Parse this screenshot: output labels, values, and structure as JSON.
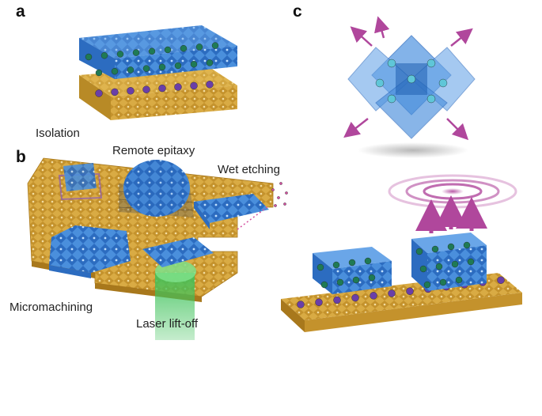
{
  "panels": {
    "a": {
      "letter": "a",
      "caption": "Isolation"
    },
    "b": {
      "letter": "b",
      "methods": {
        "remote_epitaxy": "Remote epitaxy",
        "wet_etching": "Wet etching",
        "micromachining": "Micromachining",
        "laser_lift_off": "Laser lift-off"
      }
    },
    "c": {
      "letter": "c"
    }
  },
  "colors": {
    "octahedron_blue": "#3f86d6",
    "octahedron_dark": "#1f5fb0",
    "substrate_gold": "#d6a63a",
    "substrate_dark": "#a8781c",
    "atom_green": "#1f7a55",
    "atom_purple": "#6a3fa8",
    "atom_cyan": "#5fc6d8",
    "laser_green": "#3fc25a",
    "emission_magenta": "#b0479c"
  }
}
